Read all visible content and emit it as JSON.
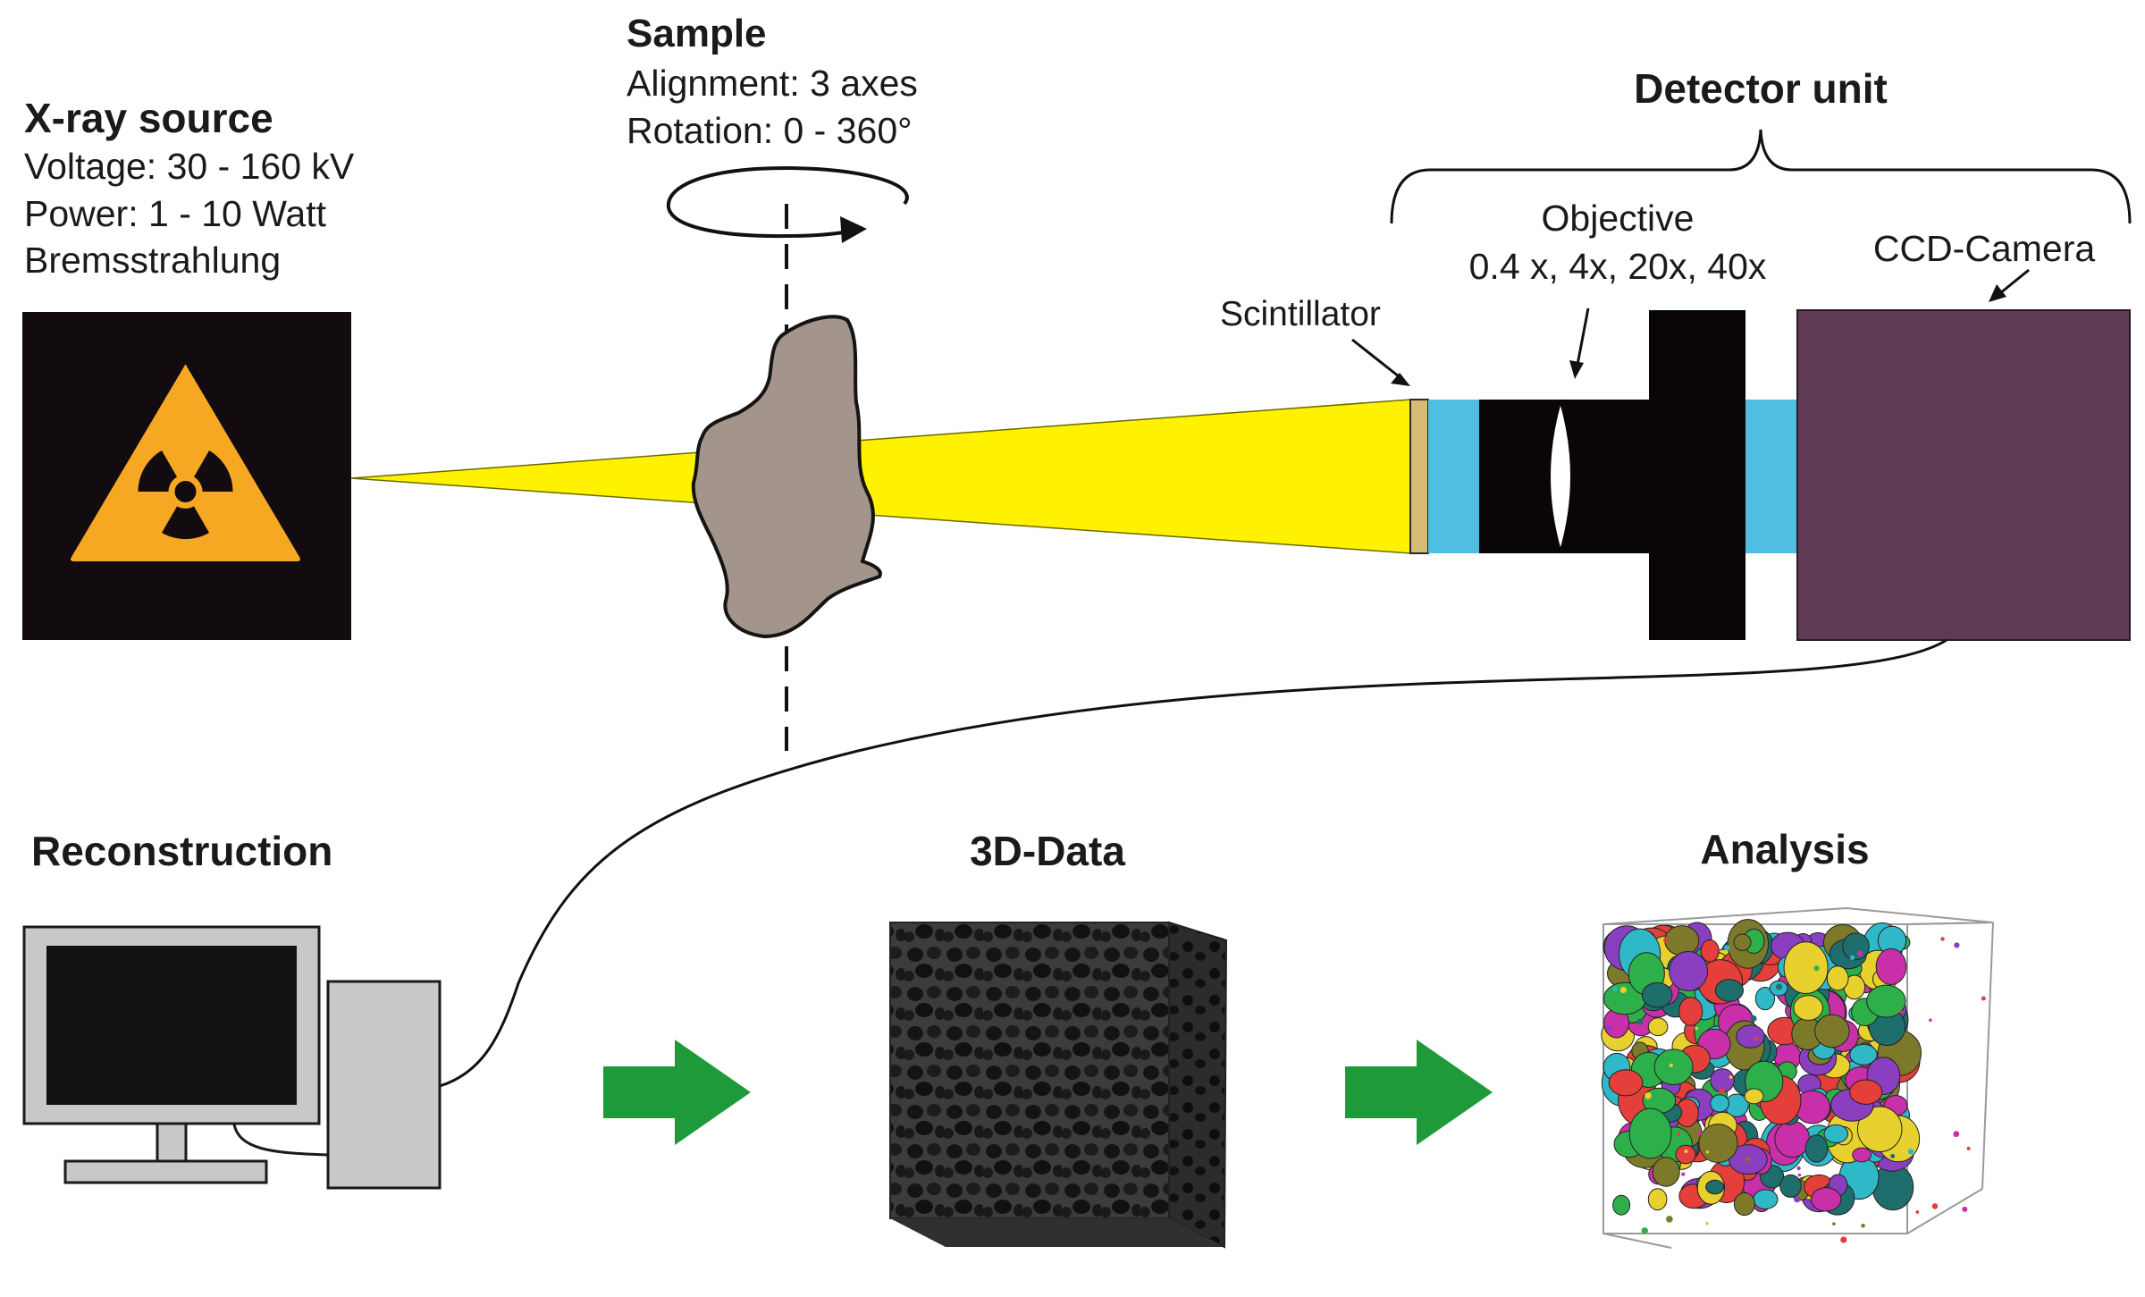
{
  "source": {
    "title": "X-ray source",
    "lines": [
      "Voltage: 30 - 160 kV",
      "Power: 1 - 10 Watt",
      "Bremsstrahlung"
    ]
  },
  "sample": {
    "title": "Sample",
    "lines": [
      "Alignment: 3 axes",
      "Rotation: 0 - 360°"
    ]
  },
  "detector": {
    "title": "Detector unit",
    "scintillator_label": "Scintillator",
    "objective_label": "Objective",
    "objective_values": "0.4 x, 4x, 20x, 40x",
    "camera_label": "CCD-Camera"
  },
  "workflow": {
    "reconstruction": "Reconstruction",
    "data3d": "3D-Data",
    "analysis": "Analysis"
  },
  "colors": {
    "beam": "#FFF200",
    "radiation_symbol": "#F7A823",
    "source_box": "#120B0F",
    "sample": "#A3958C",
    "scintillator": "#D8BC73",
    "light_blue": "#4FBEE0",
    "objective": "#0A0608",
    "camera": "#5E3A54",
    "arrow_green": "#1F9A3A"
  },
  "icons": [
    "radiation-icon",
    "rotation-arrow-icon",
    "computer-icon",
    "right-arrow-icon"
  ]
}
